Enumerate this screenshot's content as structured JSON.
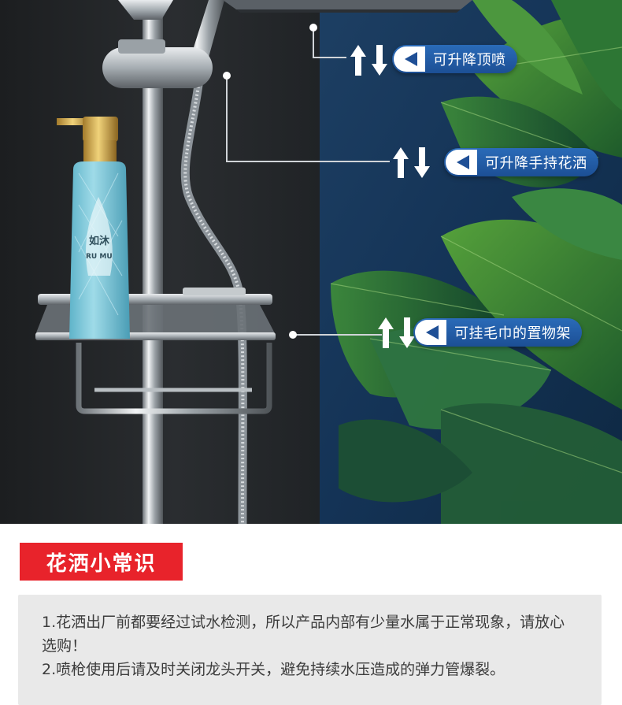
{
  "callouts": [
    {
      "label": "可升降顶喷"
    },
    {
      "label": "可升降手持花洒"
    },
    {
      "label": "可挂毛巾的置物架"
    }
  ],
  "bottle": {
    "brand_cn": "如沐",
    "brand_en": "RU MU"
  },
  "section": {
    "title": "花洒小常识",
    "notes": [
      "1.花洒出厂前都要经过试水检测，所以产品内部有少量水属于正常现象，请放心选购！",
      "2.喷枪使用后请及时关闭龙头开关，避免持续水压造成的弹力管爆裂。"
    ]
  },
  "colors": {
    "accent_red": "#e8232b",
    "callout_blue": "#1f5aa8",
    "note_bg": "#e9e9e9"
  }
}
